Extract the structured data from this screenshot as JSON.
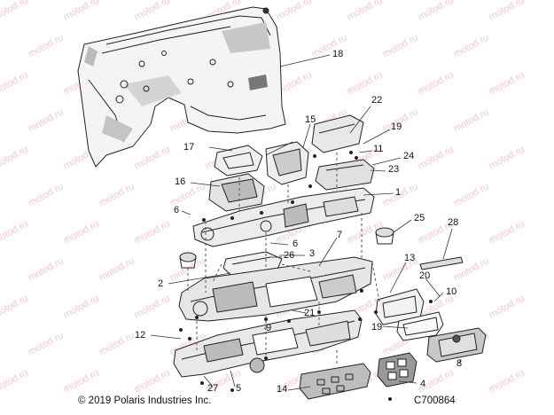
{
  "watermark": "motod.ru",
  "copyright": "© 2019 Polaris Industries Inc.",
  "figure_code": "C700864",
  "callouts": [
    "1",
    "2",
    "3",
    "4",
    "5",
    "6",
    "6",
    "7",
    "8",
    "9",
    "10",
    "11",
    "12",
    "13",
    "14",
    "15",
    "16",
    "17",
    "18",
    "19",
    "19",
    "20",
    "21",
    "22",
    "23",
    "24",
    "25",
    "26",
    "27",
    "28"
  ]
}
